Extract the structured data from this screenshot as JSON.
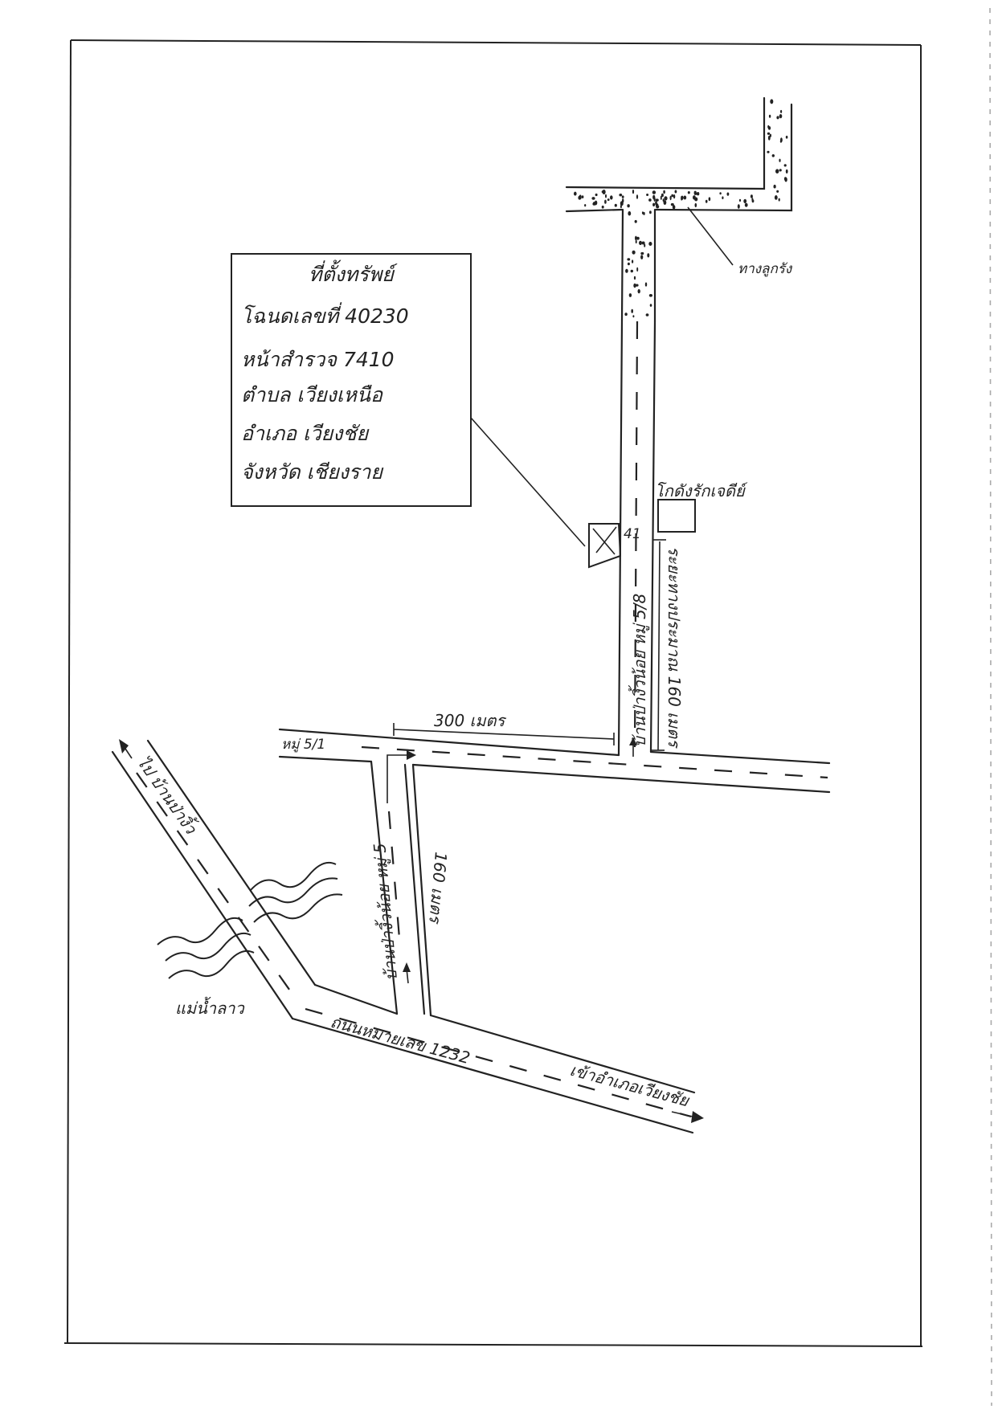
{
  "info_box": {
    "title": "ที่ตั้งทรัพย์",
    "postal_code": "โฉนดเลขที่ 40230",
    "land_number": "หน้าสำรวจ  7410",
    "subdistrict": "ตำบล      เวียงเหนือ",
    "district": "อำเภอ      เวียงชัย",
    "province": "จังหวัด     เชียงราย"
  },
  "labels": {
    "cemetery": "ทางลูกรัง",
    "building": "โกดังรักเจดีย์",
    "main_lane": "บ้านป่างิ้วน้อย หมู่ 5/8",
    "distance_right": "ระยะทางประมาณ 160 เมตร",
    "distance_top": "300 เมตร",
    "soi": "หมู่ 5/1",
    "to_pa_ngiw": "ไป บ้านป่างิ้ว",
    "vertical_lane": "บ้านป่างิ้วน้อย หมู่ 5",
    "vertical_distance": "160 เมตร",
    "river": "แม่น้ำลาว",
    "highway": "ถนนหมายเลข 1232",
    "to_wiang_chai": "เข้าอำเภอเวียงชัย",
    "marker": "41"
  }
}
